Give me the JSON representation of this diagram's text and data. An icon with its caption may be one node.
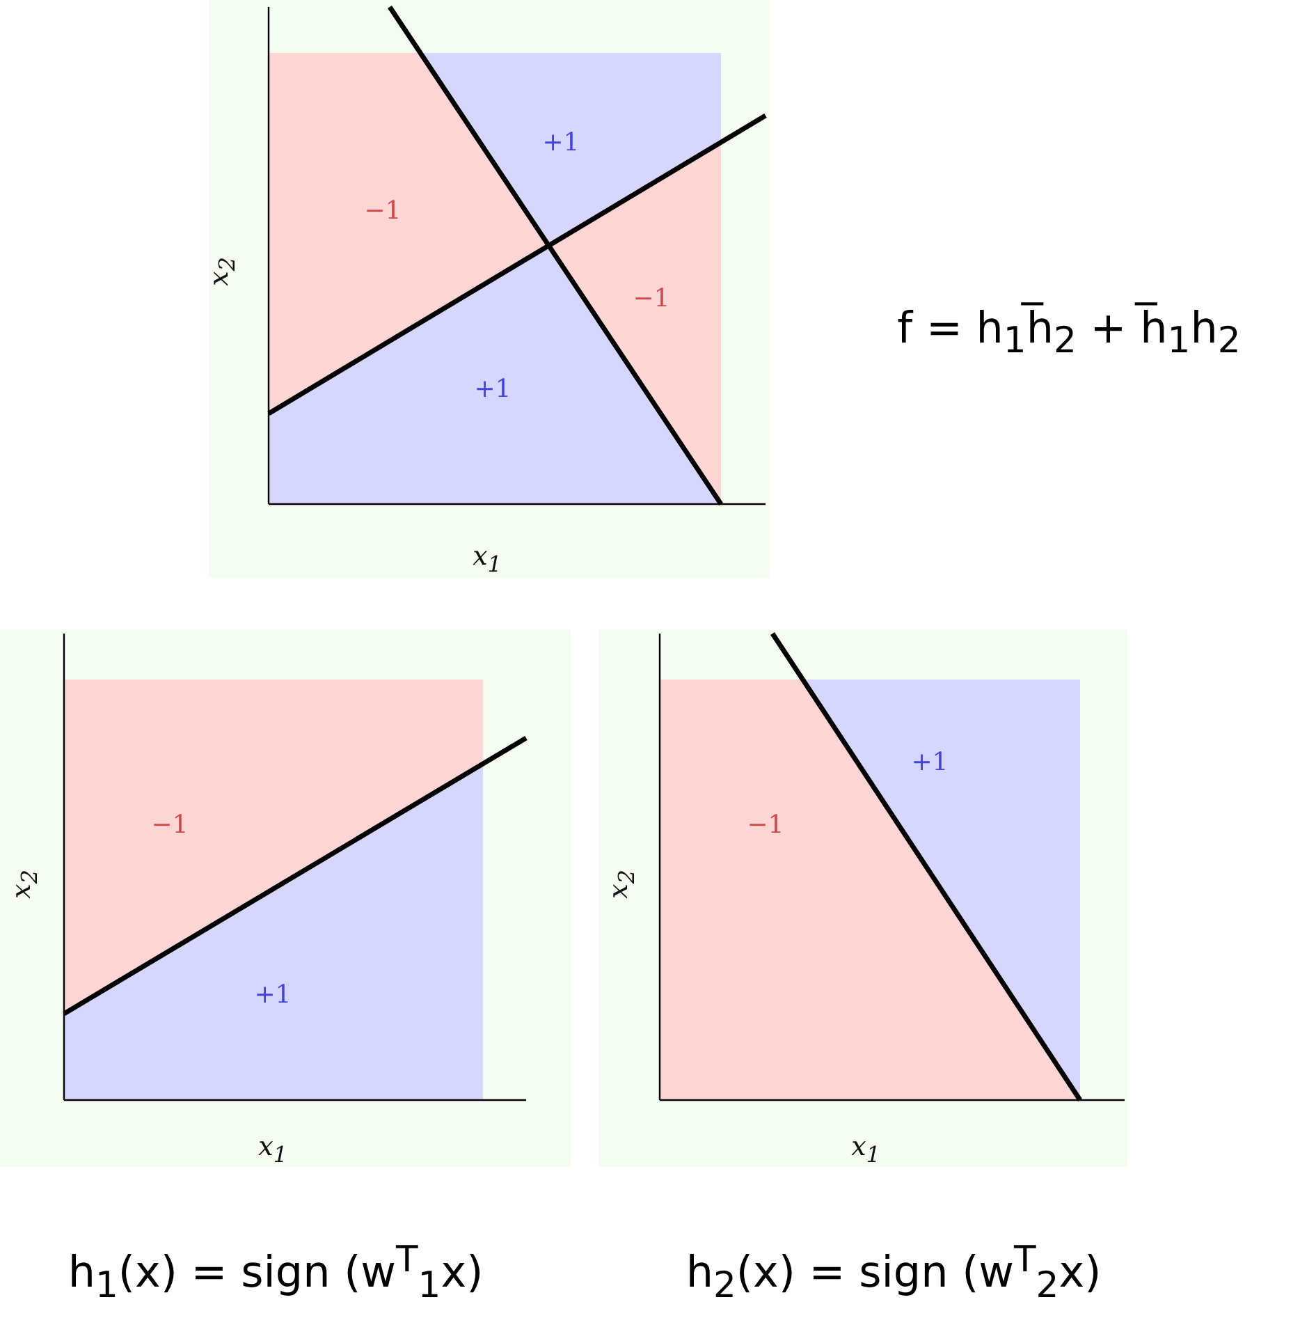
{
  "diagram": {
    "labels": [
      "+1",
      "−1",
      "x$_{2}$",
      "−1",
      "+1",
      "x$_{1}$",
      "f = h$_{1}$h̅$_{2}$ + h̅$_{1}$h$_{2}$",
      "−1",
      "x$_{2}$",
      "+1",
      "x$_{1}$",
      "+1",
      "−1",
      "x$_{2}$",
      "x$_{1}$",
      "h$_{1}$(x) = sign (w$^{T}$$_{1}$x)",
      "h$_{2}$(x) = sign (w$^{T}$$_{2}$x)"
    ]
  }
}
